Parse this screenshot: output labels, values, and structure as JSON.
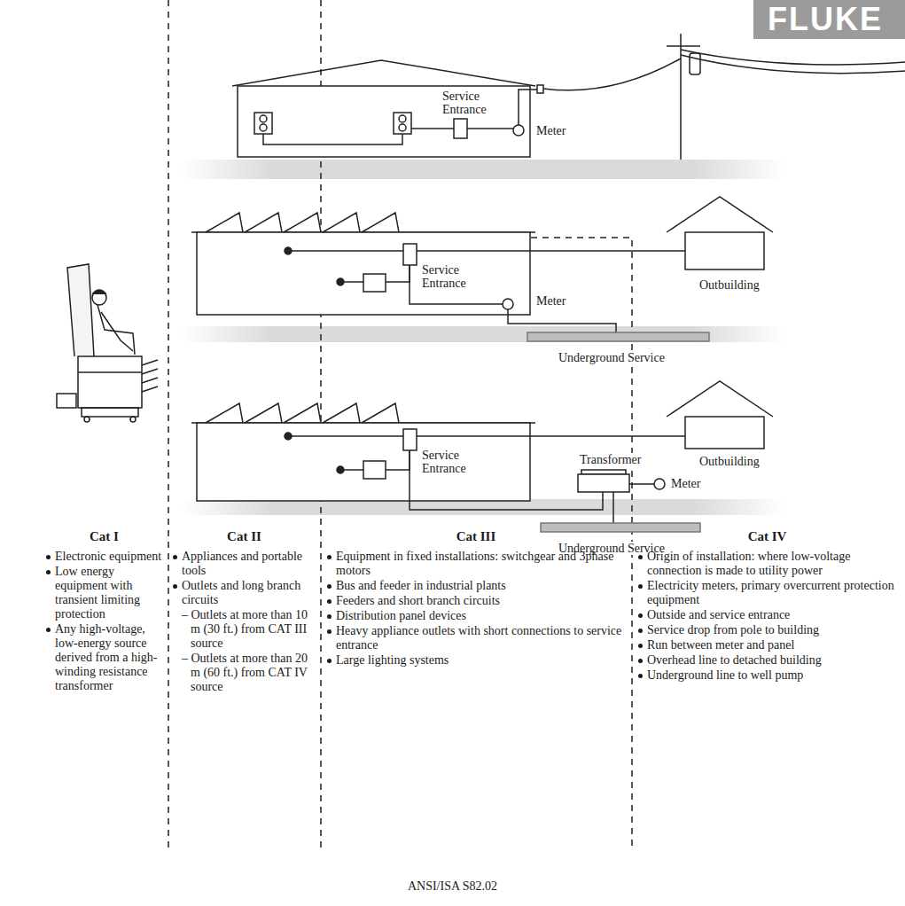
{
  "diagram": {
    "caption": "ANSI/ISA S82.02",
    "labels": [
      "FLUKE",
      "Service Entrance",
      "Meter",
      "Service Entrance",
      "Meter",
      "Outbuilding",
      "Underground Service",
      "Service Entrance",
      "Transformer",
      "Outbuilding",
      "Meter",
      "Underground Service",
      "Cat I",
      "Electronic equipment",
      "Low energy equipment with transient limiting protection",
      "Any high-voltage, low-energy source derived from a high-winding resistance transformer",
      "Cat II",
      "Appliances and portable tools",
      "Outlets and long branch circuits",
      "– Outlets at more than 10 m (30 ft.) from CAT III source",
      "– Outlets at more than 20 m (60 ft.) from CAT IV source",
      "Cat III",
      "Equipment in fixed installations: switchgear and 3phase motors",
      "Bus and feeder in industrial plants",
      "Feeders and short branch circuits",
      "Distribution panel devices",
      "Heavy appliance outlets with short connections to service entrance",
      "Large lighting systems",
      "Cat IV",
      "Origin of installation: where low-voltage connection is made to utility power",
      "Electricity meters, primary overcurrent protection equipment",
      "Outside and service entrance",
      "Service drop from pole to building",
      "Run between meter and panel",
      "Overhead line to detached building",
      "Underground line to well pump"
    ]
  }
}
